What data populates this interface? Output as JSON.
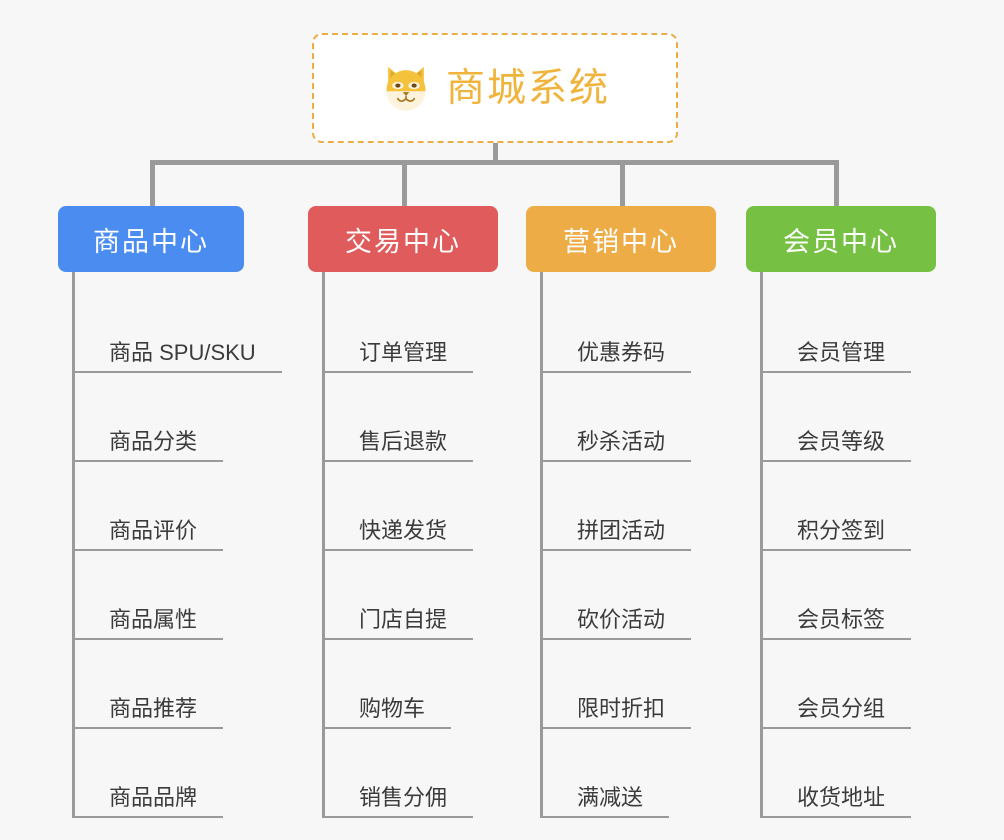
{
  "page": {
    "background_color": "#f7f7f7",
    "type": "organization-tree-diagram"
  },
  "root": {
    "title": "商城系统",
    "icon": "shiba-dog-face-icon",
    "text_color": "#f0b43c",
    "border_color": "#eeac46",
    "background_color": "#ffffff"
  },
  "branches": [
    {
      "label": "商品中心",
      "color": "#4a8cf0",
      "items": [
        "商品 SPU/SKU",
        "商品分类",
        "商品评价",
        "商品属性",
        "商品推荐",
        "商品品牌"
      ]
    },
    {
      "label": "交易中心",
      "color": "#e05b5b",
      "items": [
        "订单管理",
        "售后退款",
        "快递发货",
        "门店自提",
        "购物车",
        "销售分佣"
      ]
    },
    {
      "label": "营销中心",
      "color": "#eeac46",
      "items": [
        "优惠券码",
        "秒杀活动",
        "拼团活动",
        "砍价活动",
        "限时折扣",
        "满减送"
      ]
    },
    {
      "label": "会员中心",
      "color": "#76c143",
      "items": [
        "会员管理",
        "会员等级",
        "积分签到",
        "会员标签",
        "会员分组",
        "收货地址"
      ]
    }
  ],
  "connector_color": "#9a9a9a"
}
